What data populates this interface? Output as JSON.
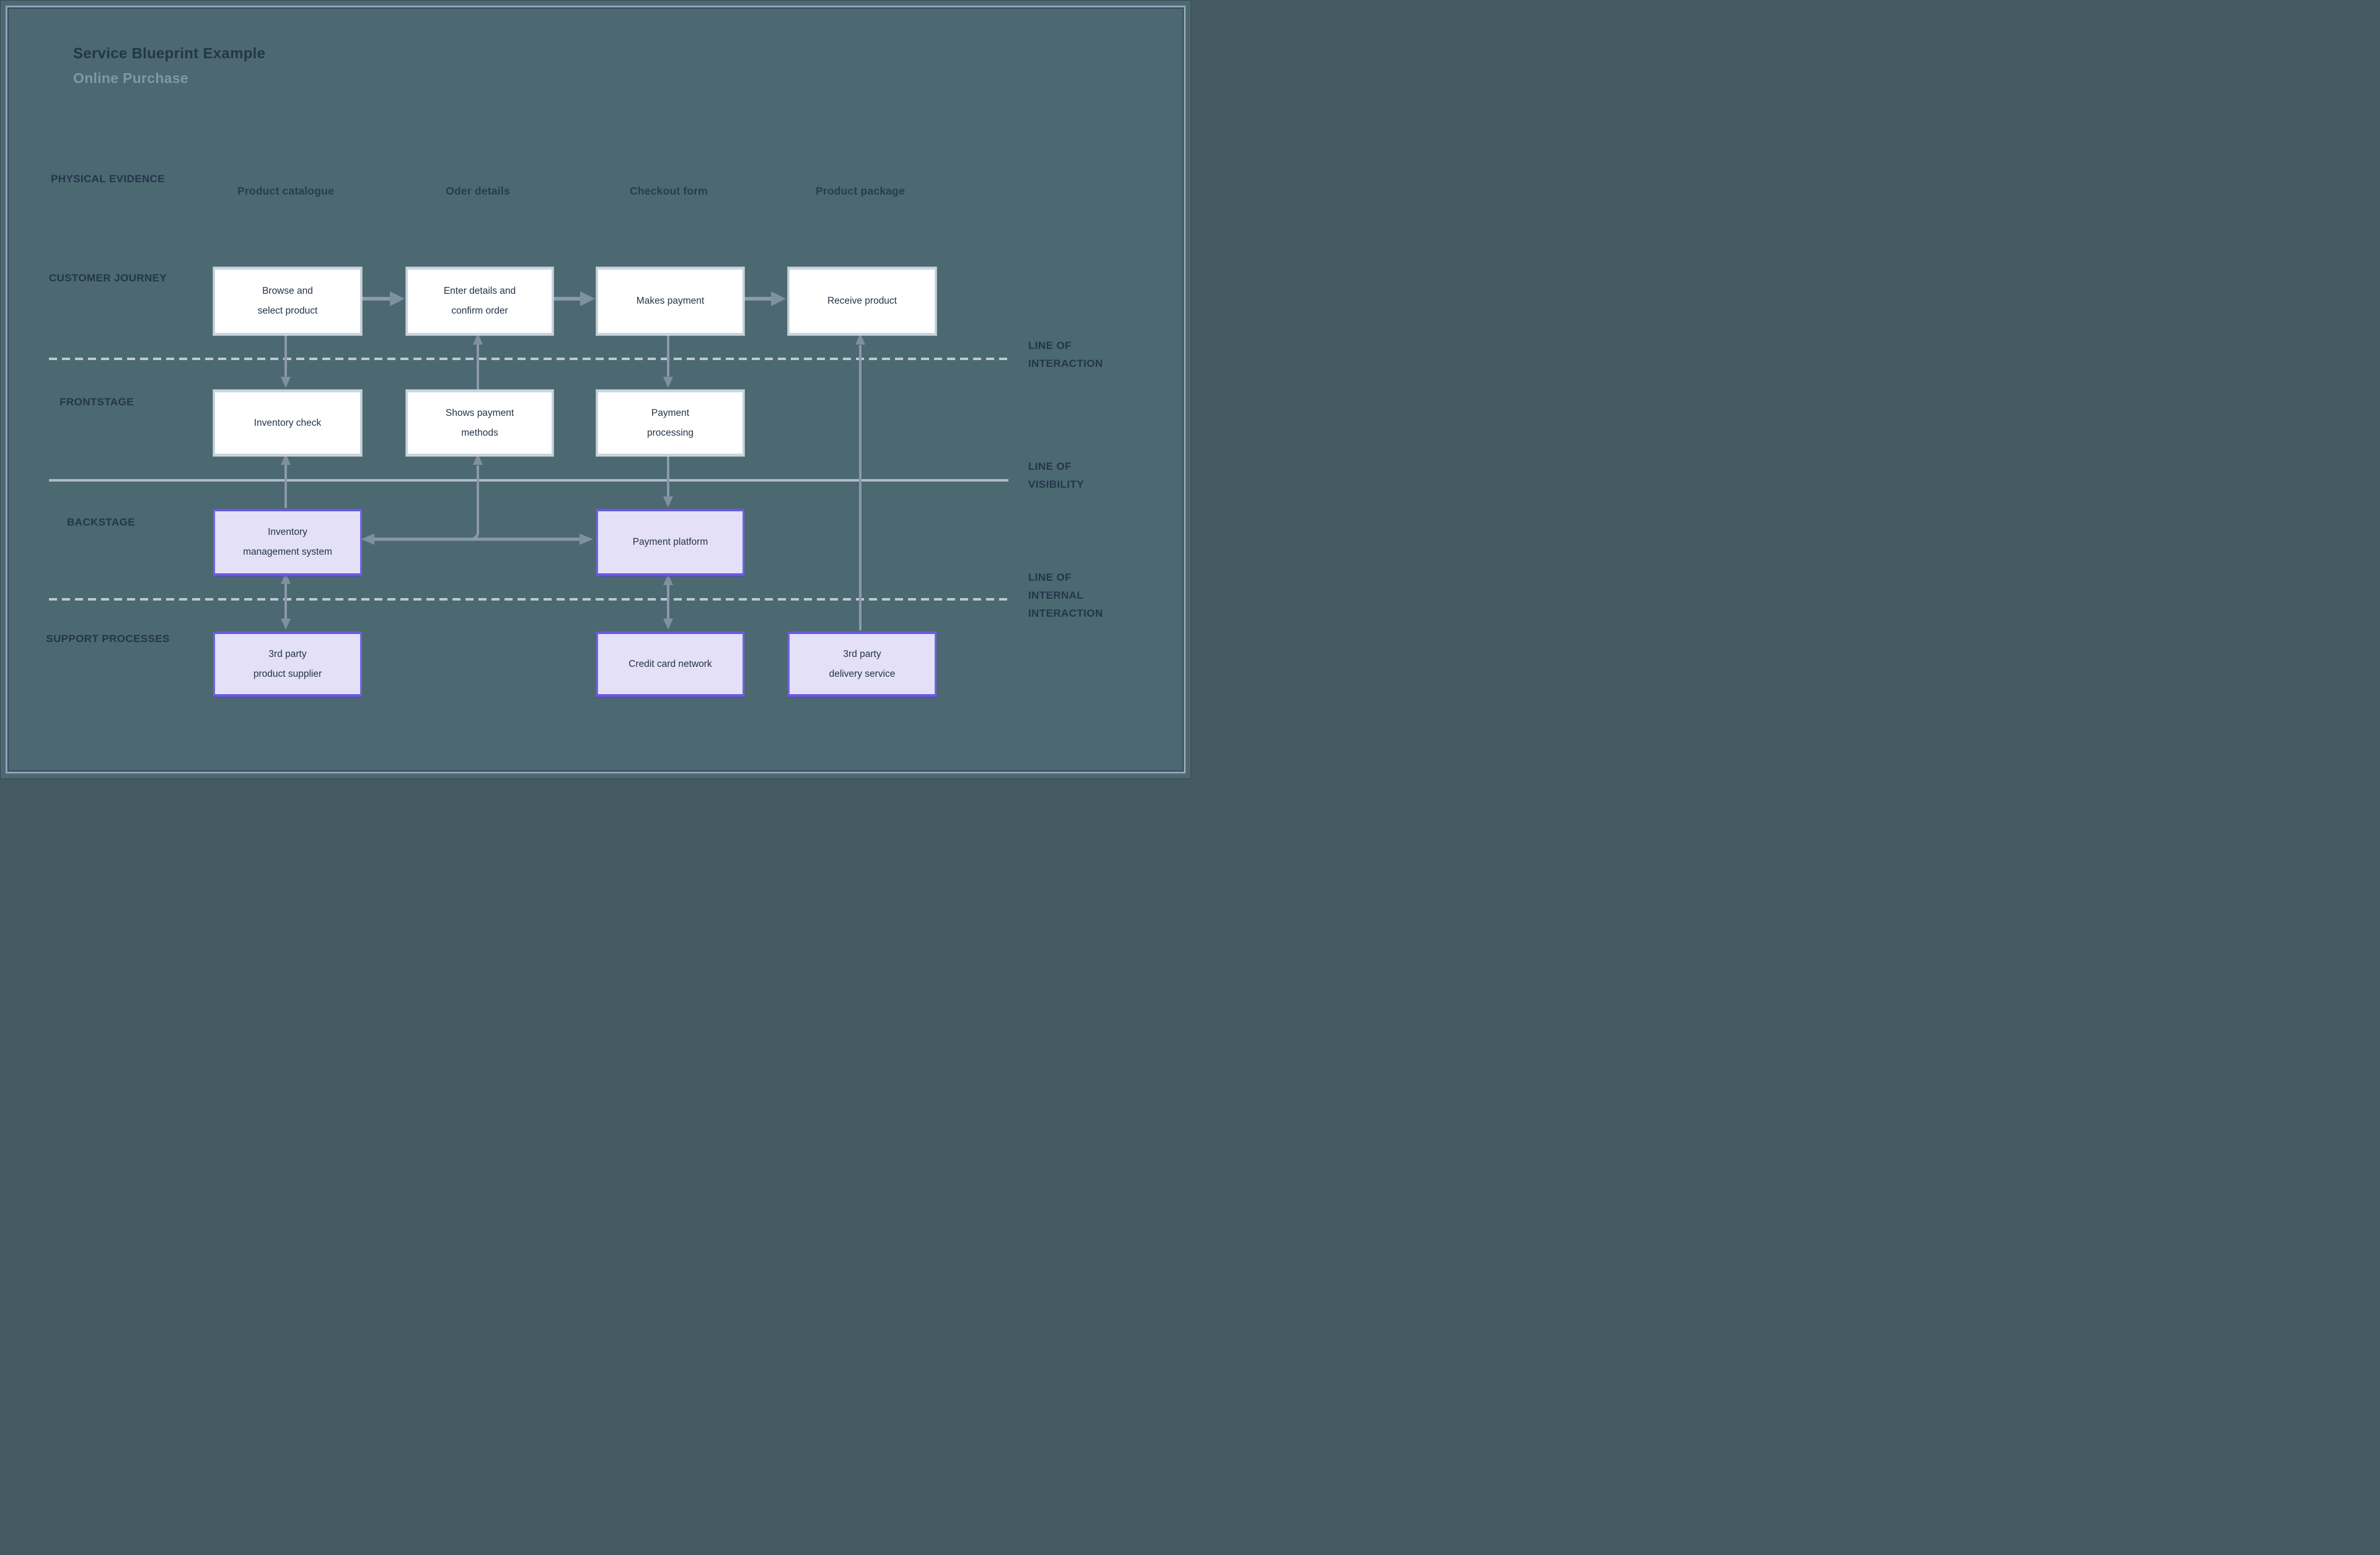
{
  "title": "Service Blueprint Example",
  "subtitle": "Online Purchase",
  "lane_labels": [
    {
      "lines": [
        "PHYSICAL",
        "EVIDENCE"
      ]
    },
    {
      "lines": [
        "CUSTOMER",
        "JOURNEY"
      ]
    },
    {
      "lines": [
        "FRONTSTAGE"
      ]
    },
    {
      "lines": [
        "BACKSTAGE"
      ]
    },
    {
      "lines": [
        "SUPPORT",
        "PROCESSES"
      ]
    }
  ],
  "column_headers": [
    "Product catalogue",
    "Oder details",
    "Checkout form",
    "Product package"
  ],
  "nodes": {
    "browse": {
      "lines": [
        "Browse and",
        "select product"
      ]
    },
    "enter_details": {
      "lines": [
        "Enter details and",
        "confirm order"
      ]
    },
    "makes_payment": {
      "lines": [
        "Makes payment"
      ]
    },
    "receive_product": {
      "lines": [
        "Receive product"
      ]
    },
    "inventory_check": {
      "lines": [
        "Inventory check"
      ]
    },
    "shows_payment_methods": {
      "lines": [
        "Shows payment",
        "methods"
      ]
    },
    "payment_processing": {
      "lines": [
        "Payment",
        "processing"
      ]
    },
    "inventory_management_system": {
      "lines": [
        "Inventory",
        "management system"
      ]
    },
    "payment_platform": {
      "lines": [
        "Payment platform"
      ]
    },
    "product_supplier": {
      "lines": [
        "3rd party",
        "product supplier"
      ]
    },
    "credit_card_network": {
      "lines": [
        "Credit card network"
      ]
    },
    "delivery_service": {
      "lines": [
        "3rd party",
        "delivery service"
      ]
    }
  },
  "line_labels": [
    {
      "lines": [
        "LINE OF",
        "INTERACTION"
      ]
    },
    {
      "lines": [
        "LINE OF",
        "VISIBILITY"
      ]
    },
    {
      "lines": [
        "LINE OF",
        "INTERNAL",
        "INTERACTION"
      ]
    }
  ],
  "colors": {
    "background": "#4c6871",
    "frame_border": "#92a3b1",
    "node_white_fill": "#ffffff",
    "node_white_border": "#c6d3dd",
    "node_lavender_fill": "#e4e0f8",
    "node_lavender_border": "#6a59e2",
    "arrow_gray": "#8a9aaa",
    "divider_gray": "#bcc8d2",
    "text_dark": "#243649",
    "text_muted": "#8296a8"
  }
}
